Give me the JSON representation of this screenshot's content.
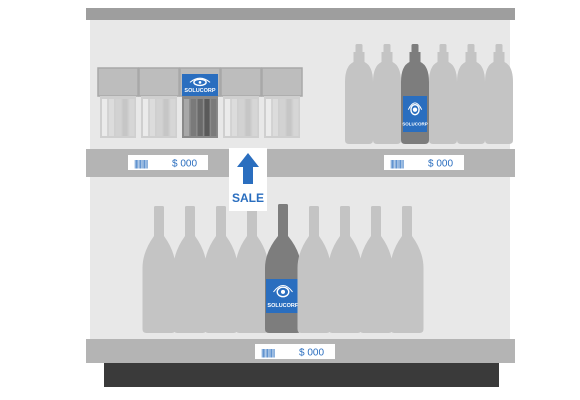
{
  "brand": {
    "name": "SOLUCORP",
    "color": "#2a6ebf"
  },
  "colors": {
    "shelf_bg": "#e8e8e8",
    "shelf_edge": "#b4b4b4",
    "top_cap": "#9e9e9e",
    "base": "#3a3a3a",
    "ghost_product": "#c4c4c4",
    "featured_product": "#7d7d7d",
    "sale_arrow": "#2a6ebf"
  },
  "shelves": {
    "upper_left": {
      "price_tag": {
        "barcode": "||||||||||",
        "price": "$ 000"
      }
    },
    "upper_right": {
      "price_tag": {
        "barcode": "||||||||||",
        "price": "$ 000"
      }
    },
    "bottom": {
      "price_tag": {
        "barcode": "||||||||||",
        "price": "$ 000"
      }
    }
  },
  "sale_sign": {
    "label": "SALE",
    "icon": "up-arrow-icon"
  },
  "products": {
    "boxes_count": 5,
    "featured_box": "box-3",
    "sauce_bottles_count": 6,
    "featured_sauce_bottle": "bottle-3",
    "beer_bottles_count": 9,
    "featured_beer_bottle": "bottle-5"
  }
}
